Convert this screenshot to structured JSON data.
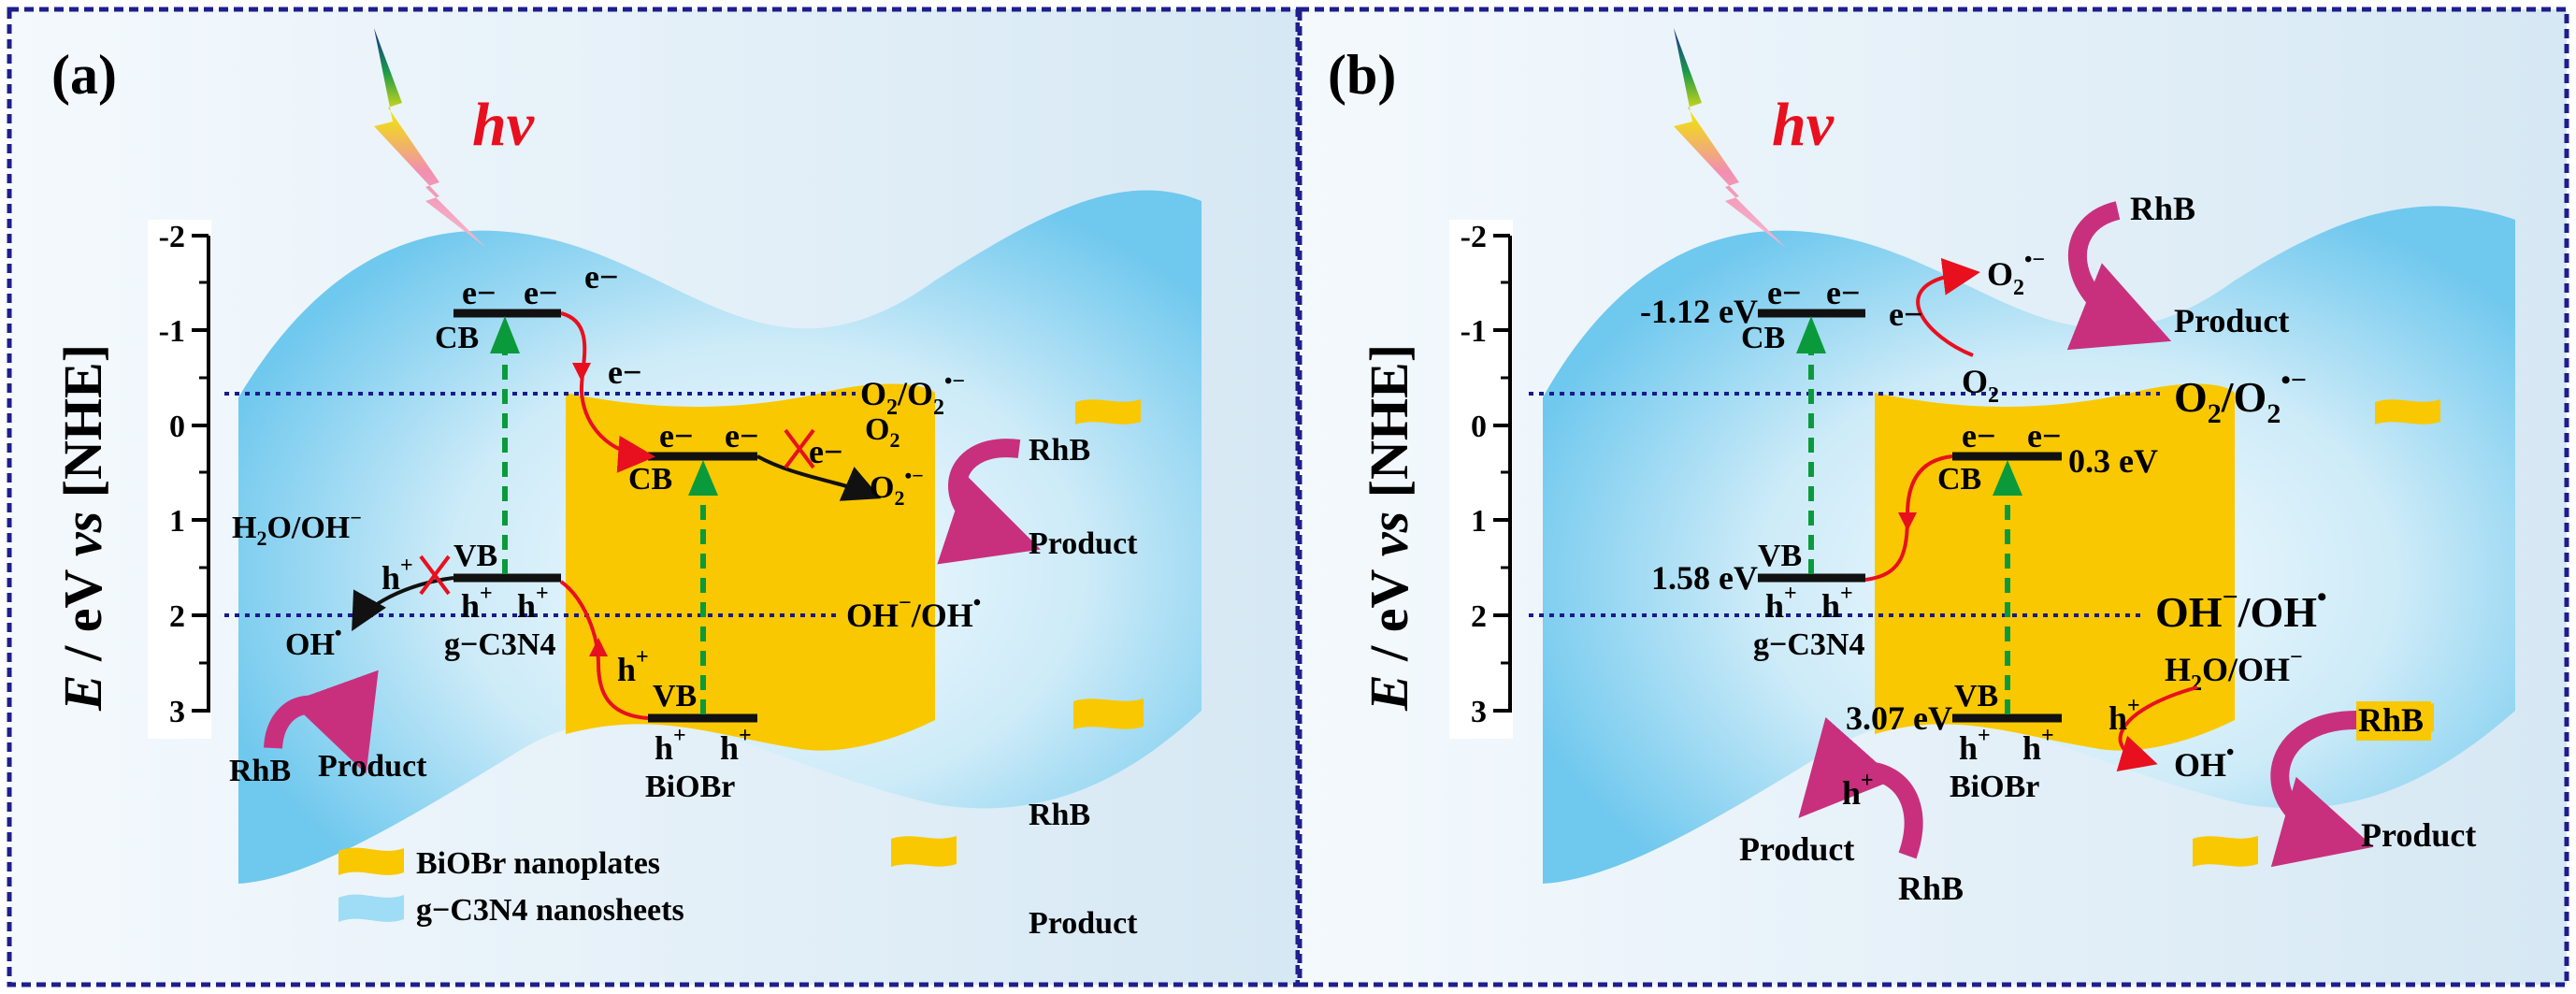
{
  "panels": {
    "a": {
      "tag": "(a)",
      "hv": "hv",
      "axis_title_italic": "E",
      "axis_title_mid": " / eV ",
      "axis_title_vs": "vs",
      "axis_title_end": " [NHE]",
      "ticks": [
        "-2",
        "-1",
        "0",
        "1",
        "2",
        "3"
      ],
      "gcn_cb": {
        "label": "CB",
        "e1": "e−",
        "e2": "e−",
        "e3": "e−"
      },
      "gcn_vb": {
        "label": "VB",
        "h1": "h",
        "h2": "h",
        "sup": "+"
      },
      "gcn_name": "g−C3N4",
      "bob_cb": {
        "label": "CB",
        "e1": "e−",
        "e2": "e−"
      },
      "bob_vb": {
        "label": "VB",
        "h1": "h",
        "h2": "h",
        "sup": "+"
      },
      "bob_name": "BiOBr",
      "transfer_e": "e−",
      "transfer_h": "h",
      "o2_pair": "O2/O2•−",
      "oh_pair": "OH−/OH•",
      "o2": "O2",
      "o2_rad": "O2•−",
      "blocked_e": "e−",
      "h2o_pair": "H2O/OH−",
      "blocked_h": "h",
      "oh_rad": "OH•",
      "rhb_1": "RhB",
      "product_1": "Product",
      "rhb_2": "RhB",
      "product_2": "Product",
      "rhb_3": "RhB",
      "product_3": "Product",
      "legend": {
        "bobr": "BiOBr nanoplates",
        "gcn": "g−C3N4 nanosheets"
      }
    },
    "b": {
      "tag": "(b)",
      "hv": "hv",
      "axis_title_italic": "E",
      "axis_title_mid": " / eV ",
      "axis_title_vs": "vs",
      "axis_title_end": " [NHE]",
      "ticks": [
        "-2",
        "-1",
        "0",
        "1",
        "2",
        "3"
      ],
      "gcn_cb": {
        "label": "CB",
        "e1": "e−",
        "e2": "e−",
        "value": "-1.12 eV"
      },
      "gcn_vb": {
        "label": "VB",
        "h1": "h",
        "h2": "h",
        "sup": "+",
        "value": "1.58 eV"
      },
      "gcn_name": "g−C3N4",
      "bob_cb": {
        "label": "CB",
        "e1": "e−",
        "e2": "e−",
        "value": "0.3 eV"
      },
      "bob_vb": {
        "label": "VB",
        "h1": "h",
        "h2": "h",
        "sup": "+",
        "value": "3.07 eV"
      },
      "bob_name": "BiOBr",
      "e_label": "e−",
      "o2": "O2",
      "o2_rad": "O2•−",
      "o2_pair": "O2/O2•−",
      "oh_pair": "OH−/OH•",
      "h2o_pair": "H2O/OH−",
      "h_label": "h",
      "oh_rad": "OH•",
      "h_label_2": "h",
      "rhb_1": "RhB",
      "product_1": "Product",
      "rhb_2": "RhB",
      "product_2": "Product",
      "rhb_3": "RhB",
      "product_3": "Product"
    }
  },
  "colors": {
    "frame": "#1e1e8c",
    "wave_blue": "#7fd0f0",
    "plate_yellow": "#f9c800",
    "band_black": "#111111",
    "arrow_green": "#0a9a3c",
    "arrow_red": "#e8101e",
    "arrow_magenta": "#c8307e",
    "dotted_line": "#1a1a8c"
  }
}
